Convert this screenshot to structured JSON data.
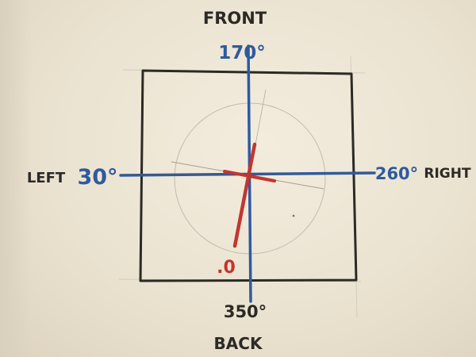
{
  "labels": {
    "front": "FRONT",
    "back": "BACK",
    "left": "LEFT",
    "right": "RIGHT"
  },
  "angles": {
    "top": "170°",
    "bottom": "350°",
    "left": "30°",
    "right": "260°"
  },
  "marker": {
    "label": ".0"
  },
  "colors": {
    "paper": "#efe7d6",
    "black_ink": "#2b2a25",
    "blue_ink": "#2f5a9e",
    "red_ink": "#c4352e",
    "pencil": "#b9b2a4"
  }
}
